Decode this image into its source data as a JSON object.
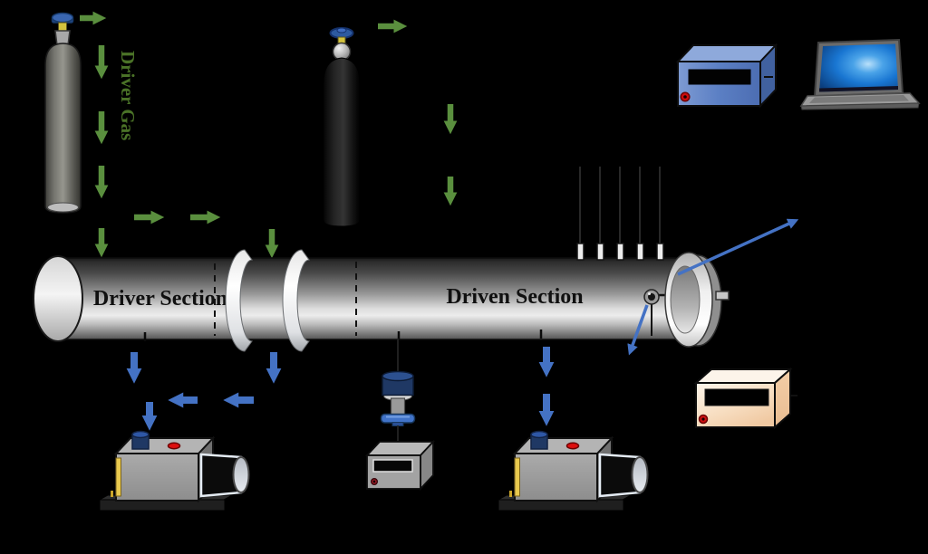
{
  "diagram": {
    "labels": {
      "driver_gas": "Driver Gas",
      "driver_section": "Driver Section",
      "driven_section": "Driven Section"
    },
    "colors": {
      "background": "#000000",
      "gas_arrow_green": "#5a8f3e",
      "vacuum_arrow_blue": "#4472c4",
      "driver_gas_text": "#4a7227",
      "daq_box_blue": "#5b7fc4",
      "readout_box_peach": "#f5d9ba",
      "tube_metal_highlight": "#e9e9e9",
      "pump_body_grey": "#9b9b9b",
      "knob_navy": "#1f3864",
      "button_red": "#dd0f0f",
      "stripe_yellow": "#e9c94e"
    },
    "components": [
      "driver-gas-cylinder",
      "driven-gas-cylinder",
      "shock-tube",
      "diaphragm-flanges",
      "pressure-ports",
      "daq-counter-unit",
      "laptop",
      "pressure-sensor",
      "vacuum-pump-left",
      "vacuum-pump-right",
      "vacuum-gauge",
      "gauge-controller",
      "signal-readout-unit"
    ]
  }
}
